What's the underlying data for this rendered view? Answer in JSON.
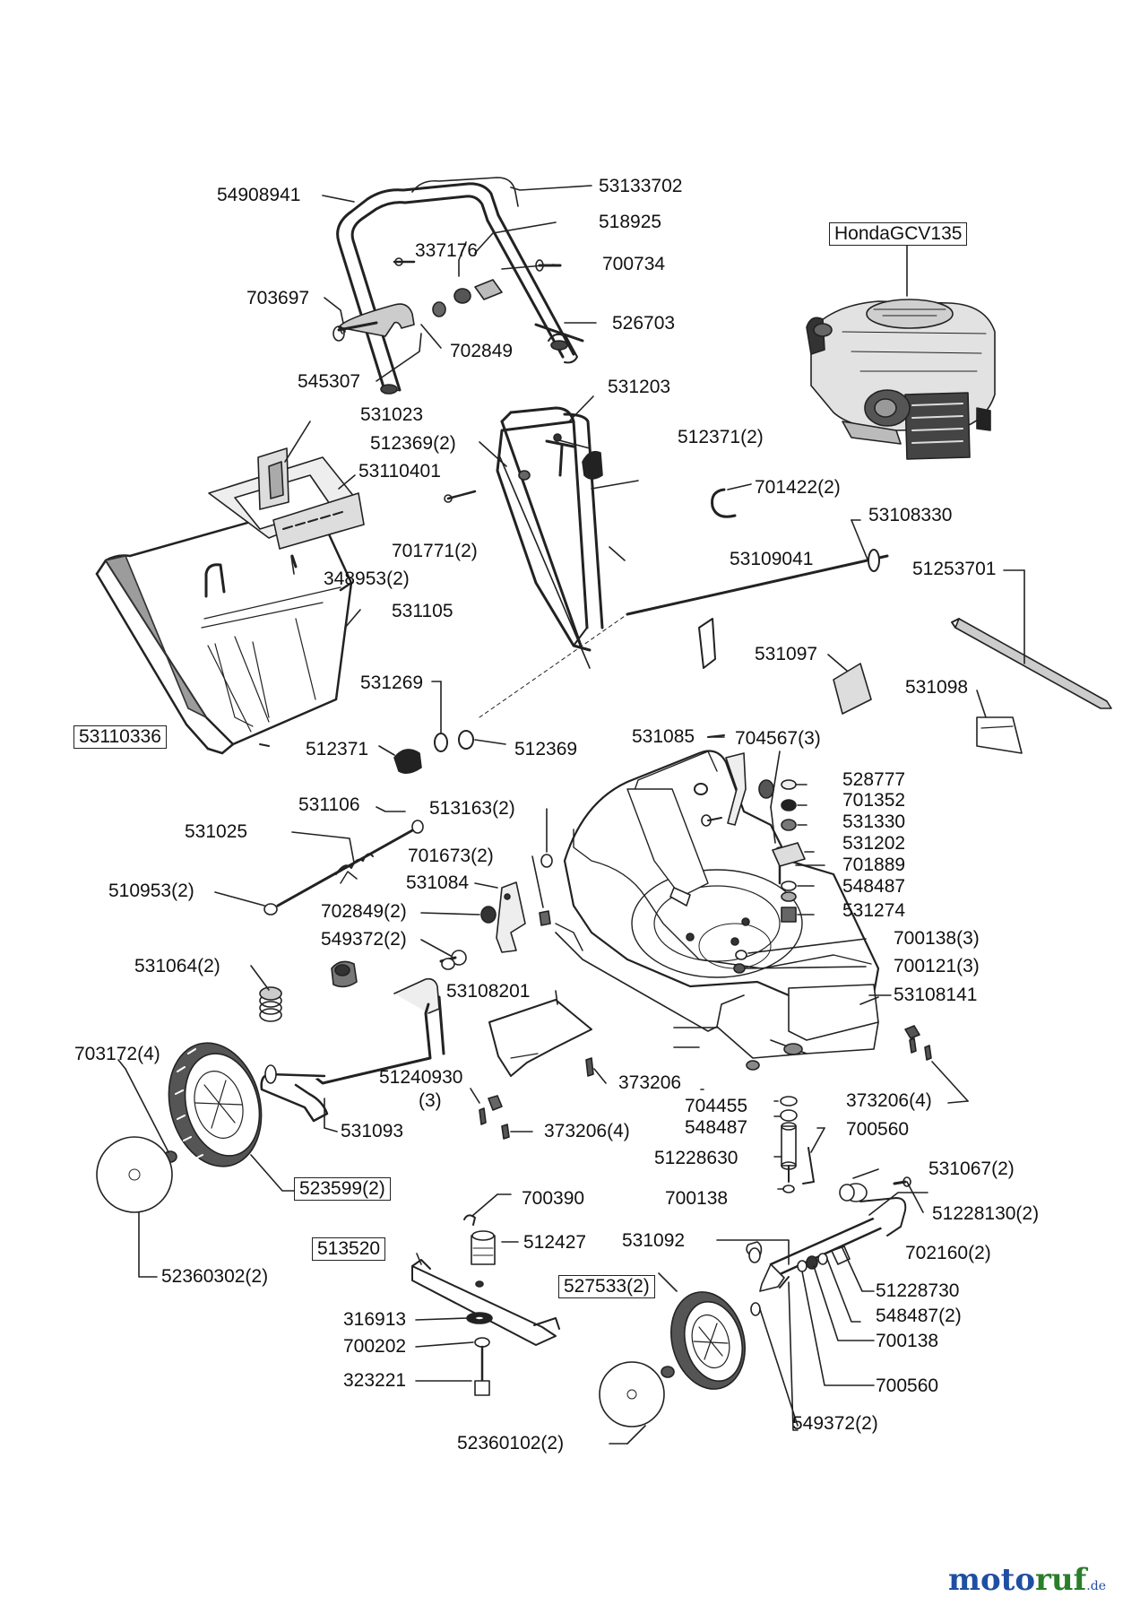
{
  "labels": {
    "l54908941": "54908941",
    "l53133702": "53133702",
    "l518925": "518925",
    "l337176": "337176",
    "l700734": "700734",
    "l703697": "703697",
    "l526703": "526703",
    "l702849a": "702849",
    "l545307": "545307",
    "l531203": "531203",
    "l531023": "531023",
    "l512369_2": "512369(2)",
    "l512371_2": "512371(2)",
    "l53110401": "53110401",
    "l701422_2": "701422(2)",
    "l701771_2": "701771(2)",
    "l53108330": "53108330",
    "l53109041": "53109041",
    "l348953_2": "348953(2)",
    "l51253701": "51253701",
    "l531105": "531105",
    "l531097": "531097",
    "l531269": "531269",
    "l531098": "531098",
    "l53110336": "53110336",
    "l512371": "512371",
    "l512369": "512369",
    "l531085": "531085",
    "l704567_3": "704567(3)",
    "l528777": "528777",
    "l531106": "531106",
    "l513163_2": "513163(2)",
    "l701352": "701352",
    "l531025": "531025",
    "l531330": "531330",
    "l531202": "531202",
    "l701673_2": "701673(2)",
    "l701889": "701889",
    "l531084": "531084",
    "l548487a": "548487",
    "l510953_2": "510953(2)",
    "l531274": "531274",
    "l702849_2": "702849(2)",
    "l700138_3": "700138(3)",
    "l549372_2a": "549372(2)",
    "l700121_3": "700121(3)",
    "l531064_2": "531064(2)",
    "l53108201": "53108201",
    "l53108141": "53108141",
    "l703172_4": "703172(4)",
    "l51240930": "51240930",
    "l51240930b": "(3)",
    "l373206": "373206",
    "l373206_4a": "373206(4)",
    "l531093": "531093",
    "l704455": "704455",
    "l373206_4b": "373206(4)",
    "l548487b": "548487",
    "l700560a": "700560",
    "l51228630": "51228630",
    "l531067_2": "531067(2)",
    "l523599_2": "523599(2)",
    "l700138a": "700138",
    "l51228130_2": "51228130(2)",
    "l700390": "700390",
    "l531092": "531092",
    "l512427": "512427",
    "l702160_2": "702160(2)",
    "l513520": "513520",
    "l52360302_2": "52360302(2)",
    "l527533_2": "527533(2)",
    "l51228730": "51228730",
    "l548487_2": "548487(2)",
    "l316913": "316913",
    "l700138b": "700138",
    "l700202": "700202",
    "l323221": "323221",
    "l700560b": "700560",
    "l549372_2b": "549372(2)",
    "l52360102_2": "52360102(2)",
    "engine": "HondaGCV135"
  },
  "brand": {
    "part1": "moto",
    "part2": "ruf",
    "part3": ".de"
  }
}
